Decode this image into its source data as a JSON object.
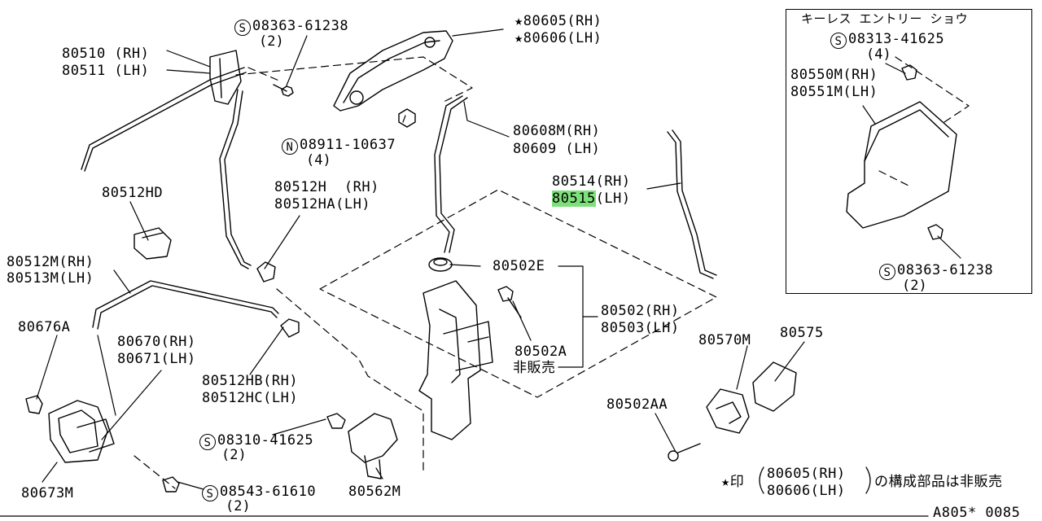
{
  "diagram": {
    "inset_title": "キーレス エントリー ショウ",
    "drawing_code": "A805* 0085",
    "parts": {
      "p80510": "80510 (RH)",
      "p80511": "80511 (LH)",
      "s08363a": "08363-61238",
      "s08363a_qty": "(2)",
      "p80605": "80605(RH)",
      "p80606": "80606(LH)",
      "n08911": "08911-10637",
      "n08911_qty": "(4)",
      "p80608m": "80608M(RH)",
      "p80609": "80609 (LH)",
      "p80512hd": "80512HD",
      "p80512h": "80512H  (RH)",
      "p80512ha": "80512HA(LH)",
      "p80514": "80514(RH)",
      "p80515": "80515",
      "p80515_lh": "(LH)",
      "p80512m": "80512M(RH)",
      "p80513m": "80513M(LH)",
      "p80502e": "80502E",
      "p80676a": "80676A",
      "p80670": "80670(RH)",
      "p80671": "80671(LH)",
      "p80502": "80502(RH)",
      "p80503": "80503(LH)",
      "p80502a": "80502A",
      "hihanbai": "非販売",
      "p80512hb": "80512HB(RH)",
      "p80512hc": "80512HC(LH)",
      "p80570m": "80570M",
      "p80575": "80575",
      "p80502aa": "80502AA",
      "s08310": "08310-41625",
      "s08310_qty": "(2)",
      "p80673m": "80673M",
      "s08543": "08543-61610",
      "s08543_qty": "(2)",
      "p80562m": "80562M",
      "s08313": "08313-41625",
      "s08313_qty": "(4)",
      "p80550m": "80550M(RH)",
      "p80551m": "80551M(LH)",
      "s08363b": "08363-61238",
      "s08363b_qty": "(2)"
    },
    "note": {
      "star_mark": "★印",
      "part_a": "80605(RH)",
      "part_b": "80606(LH)",
      "suffix": "の構成部品は非販売"
    },
    "symbols": {
      "star": "★",
      "s_circle": "S",
      "n_circle": "N"
    }
  }
}
